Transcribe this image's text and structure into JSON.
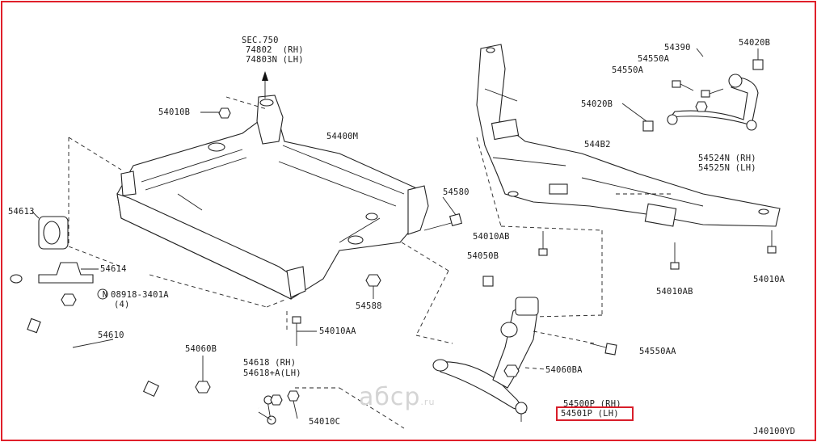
{
  "diagram_id": "J40100YD",
  "watermark": "aбcp",
  "watermark_suffix": ".ru",
  "highlight_color": "#d81e2a",
  "labels": {
    "sec750_a": "SEC.750",
    "sec750_b": "74802  (RH)",
    "sec750_c": "74803N (LH)",
    "p54010B": "54010B",
    "p54400M": "54400M",
    "p54580": "54580",
    "p54613": "54613",
    "p54614": "54614",
    "p08918": "08918-3401A",
    "p08918_qty": "(4)",
    "p08918_n": "N",
    "p54588": "54588",
    "p54010AA_left": "54010AA",
    "p54610": "54610",
    "p54060B": "54060B",
    "p54618": "54618 (RH)",
    "p54618A": "54618+A(LH)",
    "p54010C": "54010C",
    "p54390": "54390",
    "p54020B_top": "54020B",
    "p54550A_1": "54550A",
    "p54550A_2": "54550A",
    "p54020B_mid": "54020B",
    "p544B2": "544B2",
    "p54524N": "54524N (RH)",
    "p54525N": "54525N (LH)",
    "p54010AB_1": "54010AB",
    "p54050B": "54050B",
    "p54010AB_2": "54010AB",
    "p54010A": "54010A",
    "p54550AA": "54550AA",
    "p54060BA": "54060BA",
    "p54500P": "54500P (RH)",
    "p54501P": "54501P (LH)"
  }
}
